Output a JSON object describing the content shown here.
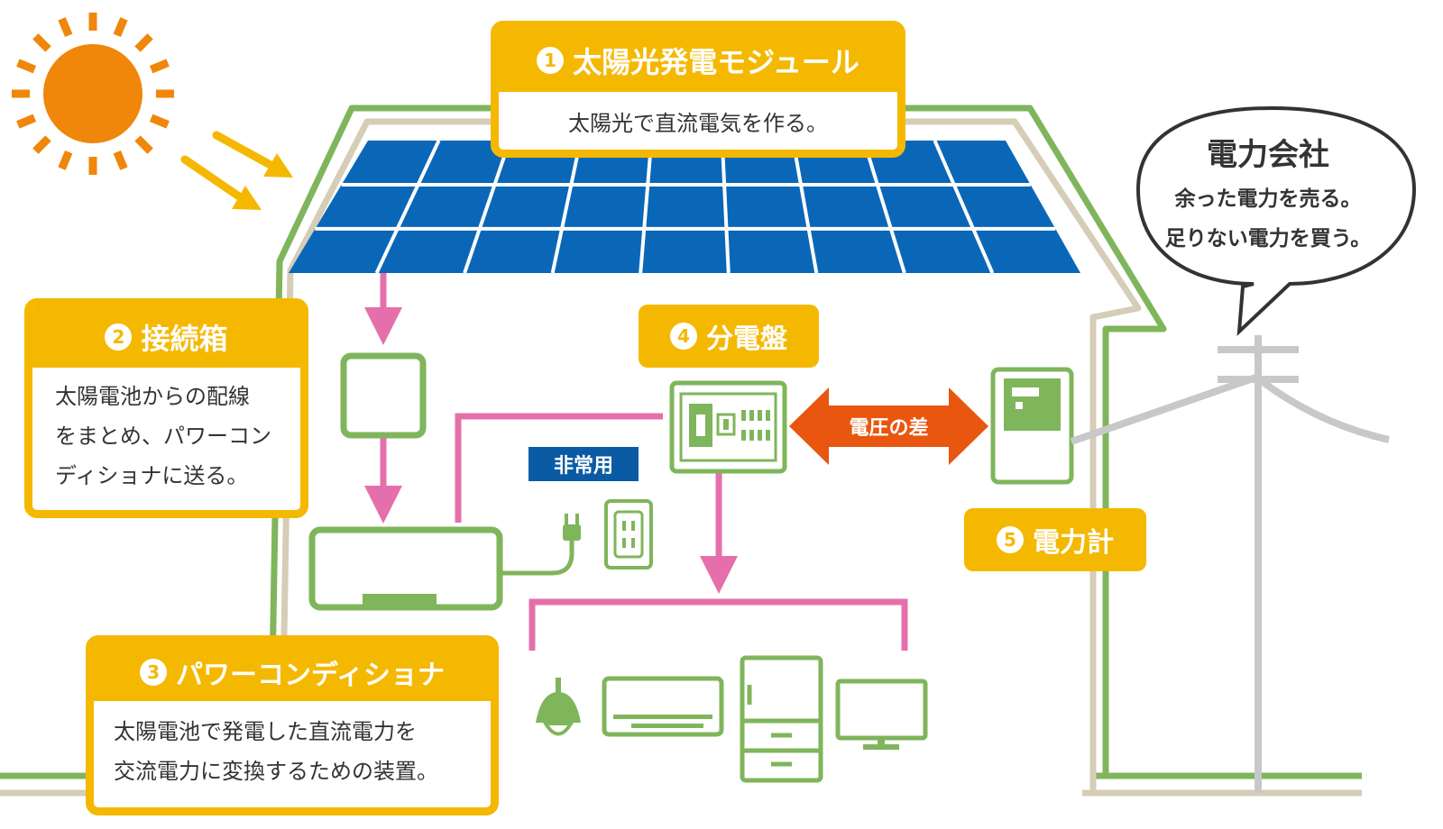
{
  "panel_module": {
    "number": "1",
    "title": "太陽光発電モジュール",
    "desc": "太陽光で直流電気を作る。"
  },
  "junction_box": {
    "number": "2",
    "title": "接続箱",
    "desc_lines": [
      "太陽電池からの配線",
      "をまとめ、パワーコン",
      "ディショナに送る。"
    ]
  },
  "power_conditioner": {
    "number": "3",
    "title": "パワーコンディショナ",
    "desc_lines": [
      "太陽電池で発電した直流電力を",
      "交流電力に変換するための装置。"
    ]
  },
  "distribution_board": {
    "number": "4",
    "title": "分電盤"
  },
  "power_meter": {
    "number": "5",
    "title": "電力計"
  },
  "voltage_diff_label": "電圧の差",
  "emergency_label": "非常用",
  "utility": {
    "title": "電力会社",
    "line1": "余った電力を売る。",
    "line2": "足りない電力を買う。"
  },
  "colors": {
    "accent_yellow": "#f5b800",
    "solar_blue": "#0a67b8",
    "wire_pink": "#e56fab",
    "house_green": "#7fb55b",
    "arrow_orange": "#e8560f",
    "sun_orange": "#f0860a",
    "emergency_navy": "#0a5ba3",
    "pole_gray": "#c8c8c8",
    "ground_beige": "#d6cdb7"
  }
}
